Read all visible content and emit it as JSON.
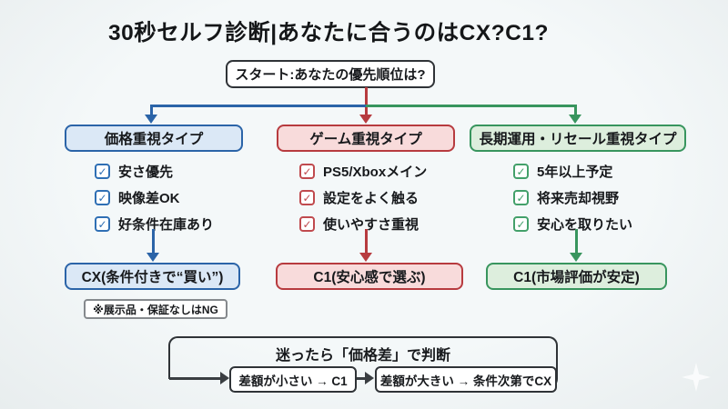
{
  "title": "30秒セルフ診断|あなたに合うのはCX?C1?",
  "start": {
    "label": "スタート:あなたの優先順位は?"
  },
  "columns": [
    {
      "id": "price",
      "header": "価格重視タイプ",
      "items": [
        "安さ優先",
        "映像差OK",
        "好条件在庫あり"
      ],
      "check_glyph": "✓",
      "result": "CX(条件付きで“買い”)",
      "note": "※展示品・保証なしはNG",
      "accent": "#2b64a8",
      "fill": "#dbe8f6"
    },
    {
      "id": "game",
      "header": "ゲーム重視タイプ",
      "items": [
        "PS5/Xboxメイン",
        "設定をよく触る",
        "使いやすさ重視"
      ],
      "check_glyph": "✓",
      "result": "C1(安心感で選ぶ)",
      "accent": "#b73b3f",
      "fill": "#f8dbdb"
    },
    {
      "id": "resale",
      "header": "長期運用・リセール重視タイプ",
      "items": [
        "5年以上予定",
        "将来売却視野",
        "安心を取りたい"
      ],
      "check_glyph": "✓",
      "result": "C1(市場評価が安定)",
      "accent": "#38955e",
      "fill": "#ddeedd"
    }
  ],
  "bottom": {
    "title": "迷ったら「価格差」で判断",
    "step1": "差額が小さい → C1",
    "step2": "差額が大きい → 条件次第でCX"
  },
  "palette": {
    "background": "#eef2f3",
    "box_border_dark": "#2f3337",
    "blue_accent": "#2b64a8",
    "blue_fill": "#dbe8f6",
    "red_accent": "#b73b3f",
    "red_fill": "#f8dbdb",
    "green_accent": "#38955e",
    "green_fill": "#ddeedd",
    "note_border": "#85898d"
  }
}
